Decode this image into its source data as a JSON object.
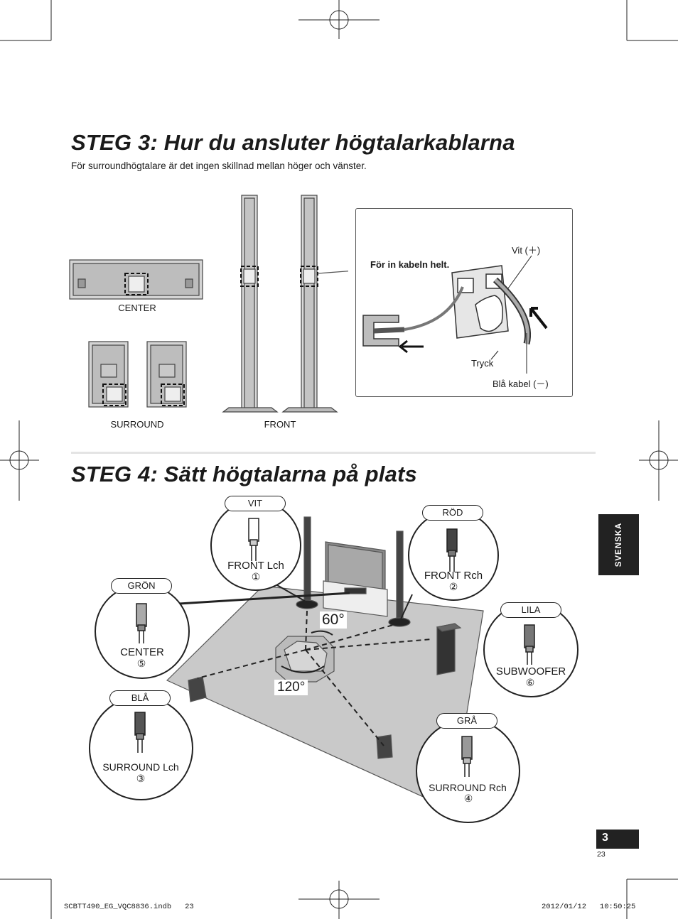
{
  "step3": {
    "title": "STEG 3: Hur du ansluter högtalarkablarna",
    "subtitle": "För surroundhögtalare är det ingen skillnad mellan höger och vänster.",
    "captions": {
      "center": "CENTER",
      "surround": "SURROUND",
      "front": "FRONT"
    },
    "inset": {
      "instruction": "För in kabeln helt.",
      "white": "Vit (＋)",
      "push": "Tryck",
      "blue": "Blå kabel (－)"
    }
  },
  "step4": {
    "title": "STEG 4: Sätt högtalarna på plats",
    "angles": {
      "front": "60°",
      "surround": "120°"
    },
    "speakers": [
      {
        "color": "VIT",
        "label": "FRONT Lch",
        "num": "①"
      },
      {
        "color": "RÖD",
        "label": "FRONT Rch",
        "num": "②"
      },
      {
        "color": "GRÖN",
        "label": "CENTER",
        "num": "⑤"
      },
      {
        "color": "LILA",
        "label": "SUBWOOFER",
        "num": "⑥"
      },
      {
        "color": "BLÅ",
        "label": "SURROUND Lch",
        "num": "③"
      },
      {
        "color": "GRÅ",
        "label": "SURROUND Rch",
        "num": "④"
      }
    ]
  },
  "sidebar": {
    "language": "SVENSKA"
  },
  "page": {
    "section_number": "3",
    "page_number": "23"
  },
  "footer": {
    "file": "SCBTT490_EG_VQC8836.indb   23",
    "date": "2012/01/12   10:50:25"
  }
}
